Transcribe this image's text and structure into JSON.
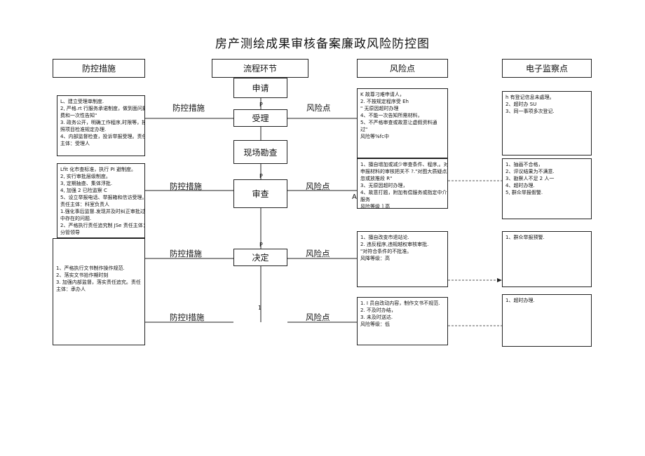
{
  "title": "房产测绘成果审核备案廉政风险防控图",
  "headers": {
    "measures": "防控措施",
    "process": "流程环节",
    "risk": "风险点",
    "supervision": "电子监察点"
  },
  "process_steps": [
    "申请",
    "受理",
    "现场勘查",
    "审查",
    "决定"
  ],
  "edge_labels": {
    "measure": "防控措施",
    "risk": "风险点",
    "measure_alt": "防控I措施"
  },
  "marks": {
    "p1": "P",
    "p2": "P",
    "p3": "P",
    "one": "1",
    "arrow_a": "A"
  },
  "measures_boxes": [
    [
      "L、建立受理单制度.",
      "2, 严格.rt 行服务承诺制度，做到面问翼",
      "费和一次性告知\"",
      "3. 政务公开，明确工作程序,时限等，按",
      "照项目检准规定办理.",
      "4、内部监督检查，投诉举报受理。责任",
      "主体：受理人"
    ],
    [
      "Lfit 化市查标准，执行 PI 避制度。",
      "2, 实行审批层级制度。",
      "3, 定期抽查、集体浮批.",
      "4, 加强 2 已险监察 C",
      "5、设立举报电话、举报箱和信访受理。",
      "责任主体：科室负责人",
      "1.强化事后监督.发现并及时纠正审批过程",
      "中存在的问题.",
      "2、严格执行责任追究制 JSe 责任主体：",
      "分管领导"
    ],
    [
      "1、严格执行文书制作操作规范.",
      "2、落实文书拾作期时刻",
      "3. 加强内部监督，落实责任追究。责任",
      "主体：承办人"
    ]
  ],
  "risk_boxes": [
    [
      "K 故尊刁难申请人，",
      "2. 不按规定程序受 Eh",
      "\" 无原因超时办理",
      "4、不能一次告知所需材料，",
      "5、不严格审查或故意让虚假资料通",
      "过\"",
      "风险等%fc中"
    ],
    [
      "1、擅自增加或减少审查条件、程序,。对",
      "申报材料的审核把关不 ?.\"对图大质疑点疏",
      "忽或放推段 R\"",
      "3、无原因超时办理，",
      "4、故意打题，附加有偿服务或指定中介",
      "服务",
      "风险等级 ] 高"
    ],
    [
      "1、擅自改变市退站论.",
      "2. 违反程序,违规越权审核审批.",
      "\"对符合条件的不批准。",
      "风降等级：高"
    ],
    [
      "1. I 员自改动内容，制作文书不规范.",
      "2. 不及时办结，",
      "3. 未及时送达.",
      "风险等级：低"
    ]
  ],
  "supervision_boxes": [
    [
      "h 有登记信息未處理。",
      "2、超时办 SU",
      "3、同一事项多次登记."
    ],
    [
      "1、抽画不合格，",
      "2、评议结果为不满意.",
      "3、勘察人不足 2 人一",
      "4、超时办理.",
      "5, 群众举报假警."
    ],
    [
      "1、群众举报预警."
    ],
    [
      "1、超时办理."
    ]
  ]
}
